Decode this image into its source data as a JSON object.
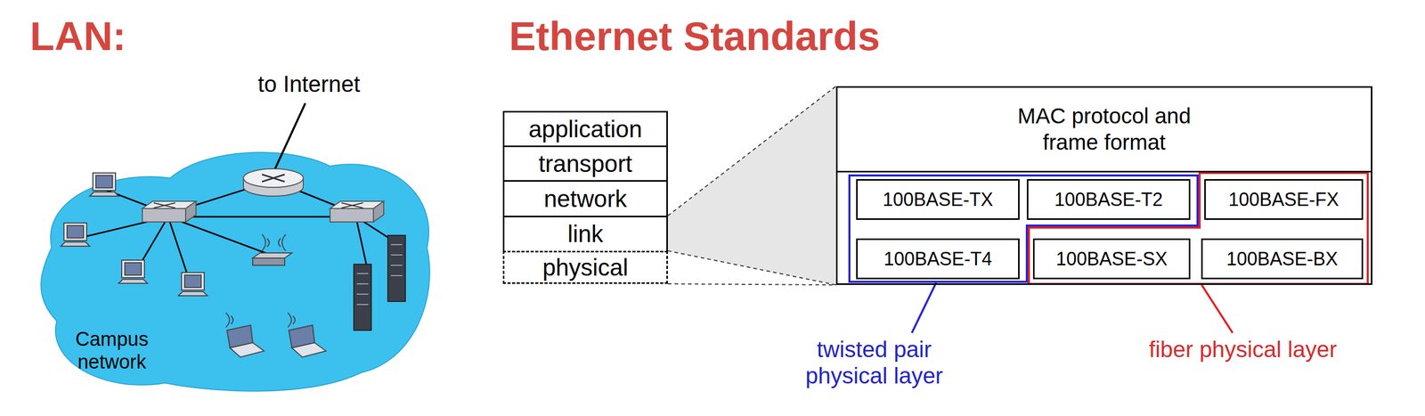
{
  "diagram": {
    "title": "Ethernet Standards",
    "nodes": [
      {
        "text": [
          "application"
        ]
      },
      {
        "text": [
          "transport"
        ]
      },
      {
        "text": [
          "network"
        ]
      },
      {
        "text": [
          "link"
        ]
      },
      {
        "text": [
          "physical"
        ]
      },
      {
        "text": [
          "MAC protocol and frame format"
        ]
      },
      {
        "text": [
          "100BASE-TX"
        ],
        "in": 5
      },
      {
        "text": [
          "100BASE-T2"
        ],
        "in": 5
      },
      {
        "text": [
          "100BASE-FX"
        ],
        "in": 5
      },
      {
        "text": [
          "100BASE-T4"
        ],
        "in": 5
      },
      {
        "text": [
          "100BASE-SX"
        ],
        "in": 5
      },
      {
        "text": [
          "100BASE-BX"
        ],
        "in": 5
      }
    ],
    "labels": [
      "LAN:",
      "to Internet",
      "Campus network",
      "twisted pair physical layer",
      "fiber physical layer"
    ]
  }
}
